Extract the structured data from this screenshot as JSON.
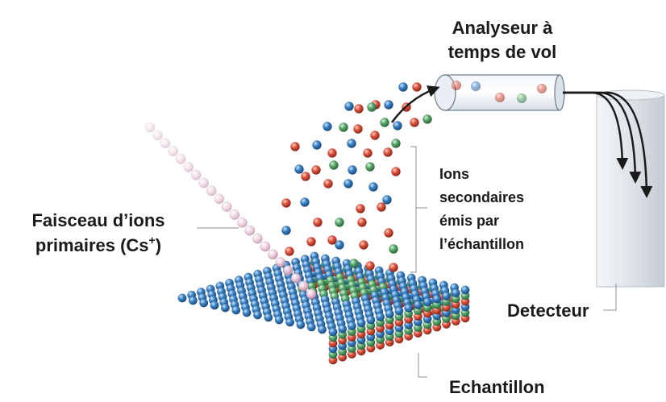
{
  "labels": {
    "analyzer_line1": "Analyseur à",
    "analyzer_line2": "temps de vol",
    "secondary_line1": "Ions",
    "secondary_line2": "secondaires",
    "secondary_line3": "émis par",
    "secondary_line4": "l’échantillon",
    "primary_line1": "Faisceau d’ions",
    "primary_line2_a": "primaires (Cs",
    "primary_line2_sup": "+",
    "primary_line2_b": ")",
    "detector": "Detecteur",
    "sample": "Echantillon"
  },
  "colors": {
    "ion_red": "#d84a36",
    "ion_blue": "#2f78b8",
    "ion_green": "#4e9e62",
    "primary_beam": "#e8b8d0",
    "layer_red": "#d9543e",
    "layer_green": "#5aa36a",
    "layer_blue": "#3a79b6",
    "detector_fill": "#e6e9ec",
    "leader_line": "#8c8c8c"
  }
}
